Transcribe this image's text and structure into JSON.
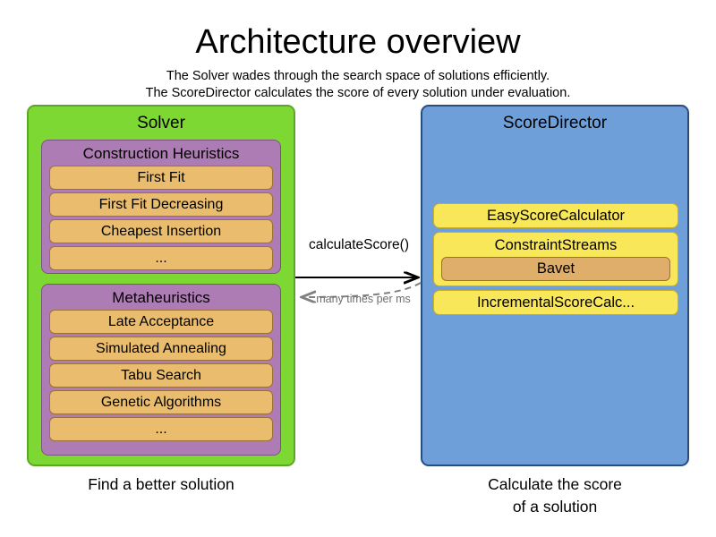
{
  "header": {
    "title": "Architecture overview",
    "subtitle_1": "The Solver wades through the search space of solutions efficiently.",
    "subtitle_2": "The ScoreDirector calculates the score of every solution under evaluation."
  },
  "solver": {
    "title": "Solver",
    "caption": "Find a better solution",
    "groups": [
      {
        "title": "Construction Heuristics",
        "items": [
          {
            "label": "First Fit"
          },
          {
            "label": "First Fit Decreasing"
          },
          {
            "label": "Cheapest Insertion"
          },
          {
            "label": "..."
          }
        ]
      },
      {
        "title": "Metaheuristics",
        "items": [
          {
            "label": "Late Acceptance"
          },
          {
            "label": "Simulated Annealing"
          },
          {
            "label": "Tabu Search"
          },
          {
            "label": "Genetic Algorithms"
          },
          {
            "label": "..."
          }
        ]
      }
    ]
  },
  "score_director": {
    "title": "ScoreDirector",
    "caption_line_1": "Calculate the score",
    "caption_line_2": "of a solution",
    "calculators": [
      {
        "label": "EasyScoreCalculator"
      },
      {
        "label": "ConstraintStreams",
        "nested": {
          "label": "Bavet"
        }
      },
      {
        "label": "IncrementalScoreCalc..."
      }
    ]
  },
  "arrows": {
    "request_label": "calculateScore()",
    "response_label": "many times per ms"
  },
  "colors": {
    "solver_fill": "#7ED833",
    "solver_border": "#5CA726",
    "group_fill": "#AE7CB4",
    "group_border": "#7A5480",
    "item_fill": "#E9BC6E",
    "item_border": "#9C7132",
    "score_director_fill": "#6E9FD8",
    "score_director_border": "#2A4D80",
    "calculator_fill": "#F9E75A",
    "calculator_border": "#C9AE1E",
    "nested_fill": "#E0AE6B",
    "arrow_solid": "#000000",
    "arrow_dashed": "#808080"
  }
}
